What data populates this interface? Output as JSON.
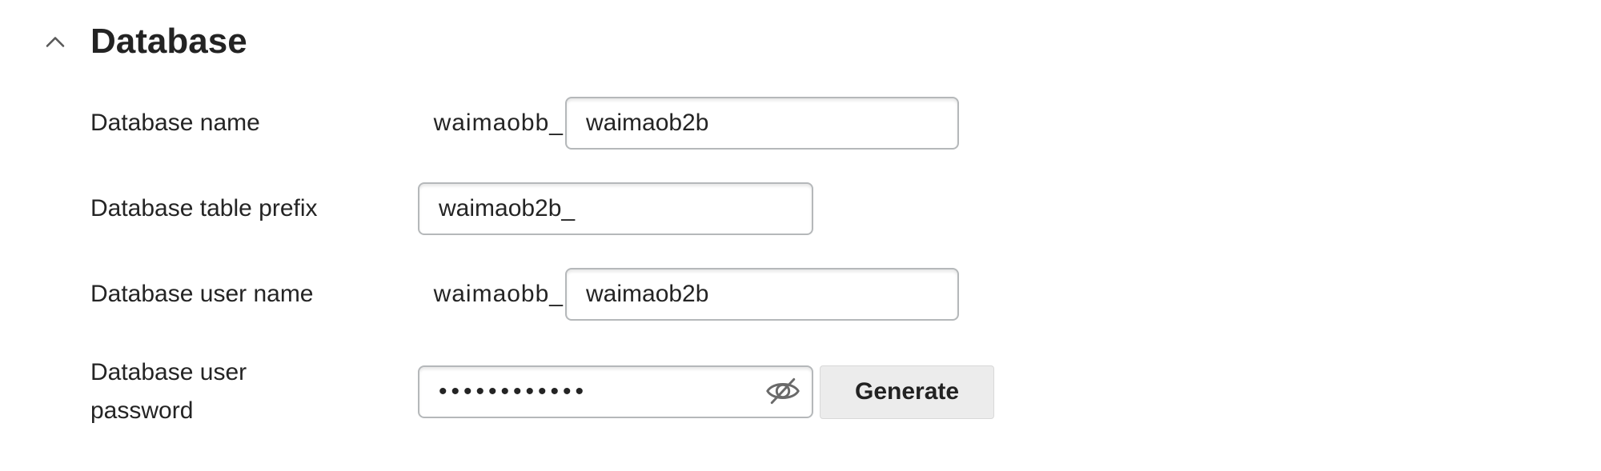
{
  "section": {
    "title": "Database",
    "collapse_icon": "chevron-up-icon",
    "expanded": true
  },
  "form": {
    "rows": [
      {
        "label": "Database name",
        "prefix": "waimaobb_",
        "value": "waimaob2b"
      },
      {
        "label": "Database table prefix",
        "value": "waimaob2b_"
      },
      {
        "label": "Database user name",
        "prefix": "waimaobb_",
        "value": "waimaob2b"
      },
      {
        "label": "Database user password",
        "masked_value": "••••••••••••",
        "visibility_icon": "eye-slash-icon",
        "generate_label": "Generate"
      }
    ]
  },
  "colors": {
    "text": "#242424",
    "heading": "#232323",
    "input_border": "#b5b8ba",
    "button_bg": "#ececec",
    "button_border": "#d8d8d8",
    "icon_gray": "#6a6a6a",
    "chevron_gray": "#595959"
  }
}
